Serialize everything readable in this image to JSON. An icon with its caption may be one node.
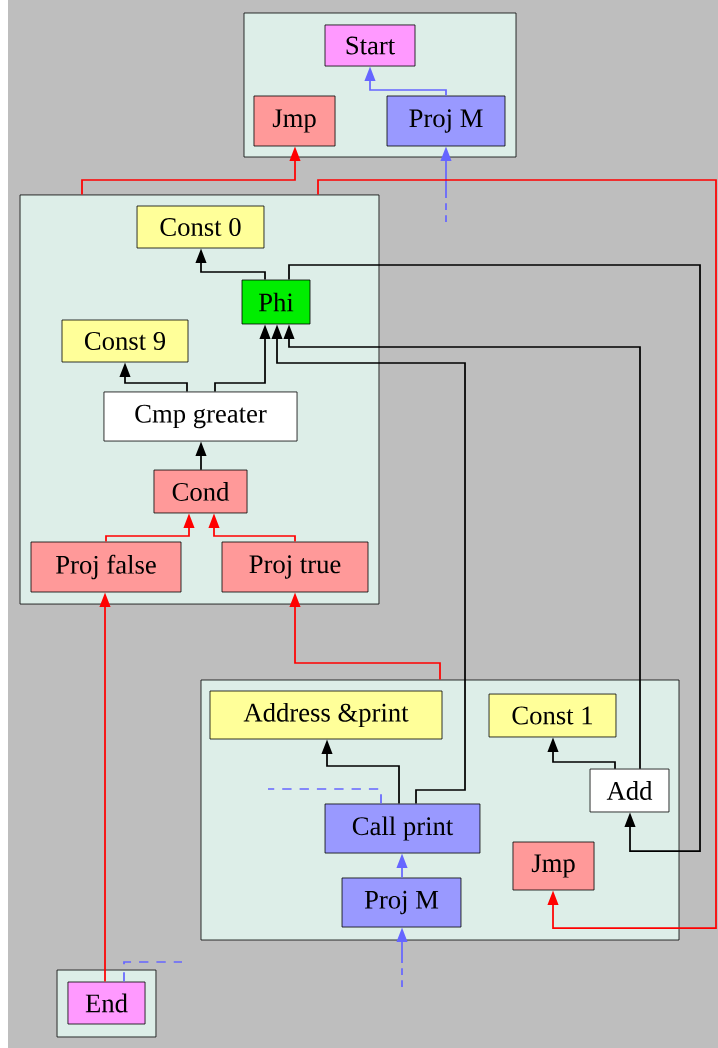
{
  "diagram": {
    "nodes": [
      {
        "text": [],
        "shape": "box"
      },
      {
        "text": [
          "Start"
        ],
        "in": 0
      },
      {
        "text": [
          "Jmp"
        ],
        "in": 0
      },
      {
        "text": [
          "Proj M"
        ],
        "in": 0
      },
      {
        "text": [],
        "shape": "box"
      },
      {
        "text": [
          "Const 0"
        ],
        "in": 4
      },
      {
        "text": [
          "Phi"
        ],
        "in": 4
      },
      {
        "text": [
          "Const 9"
        ],
        "in": 4
      },
      {
        "text": [
          "Cmp greater"
        ],
        "in": 4
      },
      {
        "text": [
          "Cond"
        ],
        "in": 4
      },
      {
        "text": [
          "Proj false"
        ],
        "in": 4
      },
      {
        "text": [
          "Proj true"
        ],
        "in": 4
      },
      {
        "text": [],
        "shape": "box"
      },
      {
        "text": [
          "Address &print"
        ],
        "in": 12
      },
      {
        "text": [
          "Const 1"
        ],
        "in": 12
      },
      {
        "text": [
          "Add"
        ],
        "in": 12
      },
      {
        "text": [
          "Call print"
        ],
        "in": 12
      },
      {
        "text": [
          "Jmp"
        ],
        "in": 12
      },
      {
        "text": [
          "Proj M"
        ],
        "in": 12
      },
      {
        "text": [],
        "shape": "box"
      },
      {
        "text": [
          "End"
        ],
        "in": 19
      }
    ],
    "edges": [
      {
        "from": 3,
        "to": 1,
        "arrow": "to",
        "color": "#6666ff"
      },
      {
        "from": null,
        "to": 3,
        "arrow": "to",
        "style": "dashed",
        "color": "#6666ff"
      },
      {
        "from": 4,
        "to": 2,
        "arrow": "to",
        "color": "#ff0000"
      },
      {
        "from": 4,
        "to": 17,
        "arrow": "to",
        "color": "#ff0000"
      },
      {
        "from": 6,
        "to": 5,
        "arrow": "to"
      },
      {
        "from": 6,
        "to": 15,
        "arrow": "to"
      },
      {
        "from": 8,
        "to": 7,
        "arrow": "to"
      },
      {
        "from": 8,
        "to": 6,
        "arrow": "to"
      },
      {
        "from": 16,
        "to": 6,
        "arrow": "to"
      },
      {
        "from": 15,
        "to": 6,
        "arrow": "to"
      },
      {
        "from": 9,
        "to": 8,
        "arrow": "to"
      },
      {
        "from": 16,
        "to": 13,
        "arrow": "to"
      },
      {
        "from": 15,
        "to": 14,
        "arrow": "to"
      },
      {
        "from": 10,
        "to": 9,
        "arrow": "to",
        "color": "#ff0000"
      },
      {
        "from": 11,
        "to": 9,
        "arrow": "to",
        "color": "#ff0000"
      },
      {
        "from": 20,
        "to": 10,
        "arrow": "to",
        "color": "#ff0000"
      },
      {
        "from": 12,
        "to": 11,
        "arrow": "to",
        "color": "#ff0000"
      },
      {
        "from": 16,
        "to": null,
        "arrow": "none",
        "style": "dashed",
        "color": "#6666ff"
      },
      {
        "from": 18,
        "to": 16,
        "arrow": "to",
        "color": "#6666ff"
      },
      {
        "from": null,
        "to": 18,
        "arrow": "to",
        "style": "dashed",
        "color": "#6666ff"
      },
      {
        "from": 20,
        "to": null,
        "arrow": "none",
        "style": "dashed",
        "color": "#6666ff"
      }
    ]
  }
}
